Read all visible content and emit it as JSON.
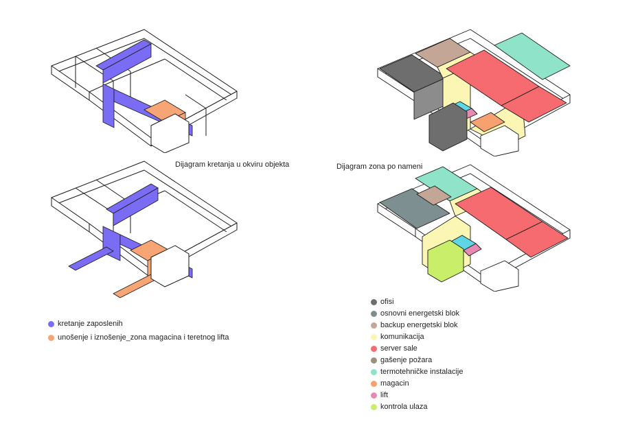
{
  "captions": {
    "movement": "Dijagram kretanja u okviru objekta",
    "zones": "Dijagram zona po nameni"
  },
  "legend_movement": [
    {
      "label": "kretanje zaposlenih",
      "color": "#7b6cf5"
    },
    {
      "label": "unošenje i iznošenje_zona magacina i teretnog lifta",
      "color": "#f7a575"
    }
  ],
  "legend_zones": [
    {
      "label": "ofisi",
      "color": "#6e6e6e"
    },
    {
      "label": "osnovni energetski blok",
      "color": "#7d8f90"
    },
    {
      "label": "backup energetski blok",
      "color": "#c3a696"
    },
    {
      "label": "komunikacija",
      "color": "#fbf6b3"
    },
    {
      "label": "server sale",
      "color": "#f66b6f"
    },
    {
      "label": "gašenje požara",
      "color": "#9b917a"
    },
    {
      "label": "termotehničke instalacije",
      "color": "#8fe3c8"
    },
    {
      "label": "magacin",
      "color": "#f7a070"
    },
    {
      "label": "lift",
      "color": "#e68ab3"
    },
    {
      "label": "kontrola ulaza",
      "color": "#c9ef6a"
    }
  ]
}
